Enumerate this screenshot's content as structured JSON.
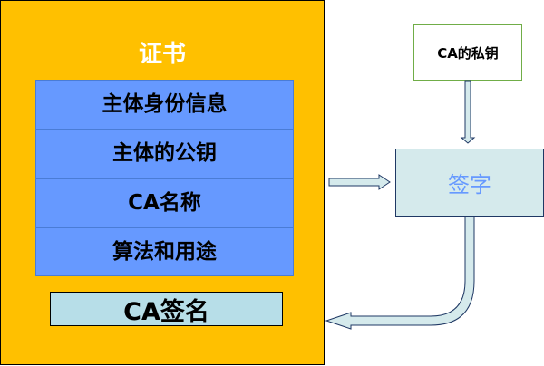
{
  "certificate": {
    "title": "证书",
    "fields": [
      "主体身份信息",
      "主体的公钥",
      "CA名称",
      "算法和用途"
    ],
    "signature_label": "CA签名"
  },
  "private_key_box": {
    "label": "CA的私钥"
  },
  "sign_box": {
    "label": "签字"
  },
  "colors": {
    "certificate_bg": "#FFC000",
    "fields_bg": "#6699FF",
    "signature_bg": "#B7DEE8",
    "sign_box_bg": "#D5EAEC",
    "sign_text": "#6699FF",
    "arrow_fill": "#D5EAEC",
    "arrow_stroke": "#1F3864",
    "private_key_border": "#70AD47"
  }
}
